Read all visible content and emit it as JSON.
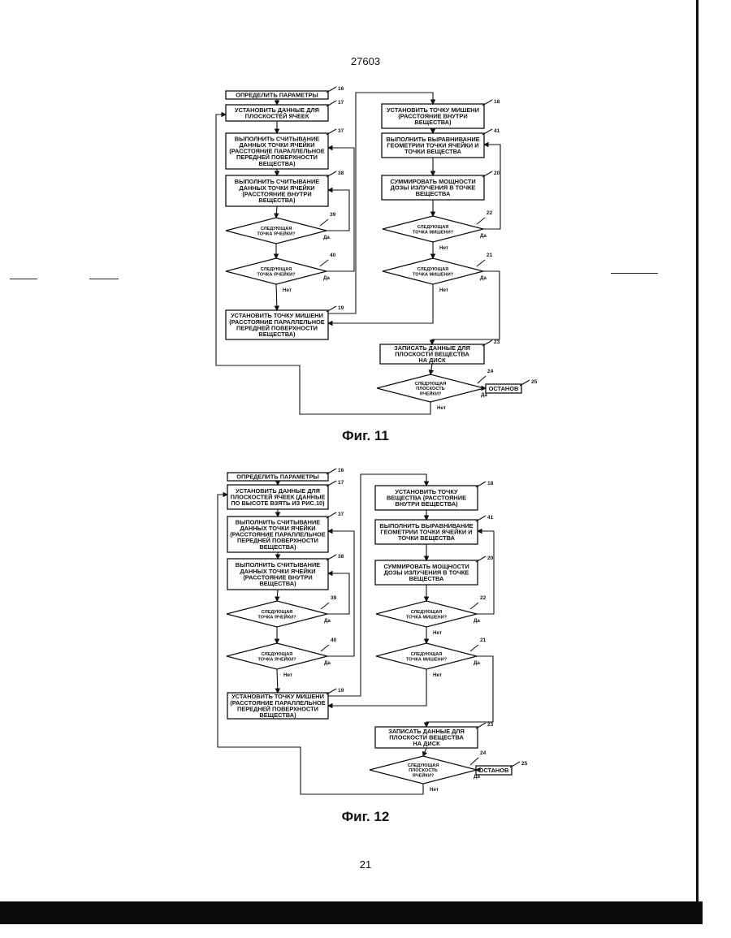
{
  "page": {
    "top_number": "27603",
    "bottom_number": "21"
  },
  "figures": [
    {
      "caption": "Фиг. 11",
      "boxes": {
        "b16": {
          "lines": [
            "ОПРЕДЕЛИТЬ ПАРАМЕТРЫ"
          ],
          "num": "16"
        },
        "b17": {
          "lines": [
            "УСТАНОВИТЬ ДАННЫЕ ДЛЯ",
            "ПЛОСКОСТЕЙ ЯЧЕЕК"
          ],
          "num": "17"
        },
        "b37": {
          "lines": [
            "ВЫПОЛНИТЬ СЧИТЫВАНИЕ",
            "ДАННЫХ ТОЧКИ ЯЧЕЙКИ",
            "(РАССТОЯНИЕ ПАРАЛЛЕЛЬНОЕ",
            "ПЕРЕДНЕЙ ПОВЕРХНОСТИ",
            "ВЕЩЕСТВА)"
          ],
          "num": "37"
        },
        "b38": {
          "lines": [
            "ВЫПОЛНИТЬ СЧИТЫВАНИЕ",
            "ДАННЫХ ТОЧКИ ЯЧЕЙКИ",
            "(РАССТОЯНИЕ ВНУТРИ",
            "ВЕЩЕСТВА)"
          ],
          "num": "38"
        },
        "b19": {
          "lines": [
            "УСТАНОВИТЬ ТОЧКУ МИШЕНИ",
            "(РАССТОЯНИЕ ПАРАЛЛЕЛЬНОЕ",
            "ПЕРЕДНЕЙ ПОВЕРХНОСТИ",
            "ВЕЩЕСТВА)"
          ],
          "num": "19"
        },
        "b18": {
          "lines": [
            "УСТАНОВИТЬ ТОЧКУ МИШЕНИ",
            "(РАССТОЯНИЕ ВНУТРИ",
            "ВЕЩЕСТВА)"
          ],
          "num": "18"
        },
        "b41": {
          "lines": [
            "ВЫПОЛНИТЬ ВЫРАВНИВАНИЕ",
            "ГЕОМЕТРИИ ТОЧКИ ЯЧЕЙКИ И",
            "ТОЧКИ ВЕЩЕСТВА"
          ],
          "num": "41"
        },
        "b20": {
          "lines": [
            "СУММИРОВАТЬ МОЩНОСТИ",
            "ДОЗЫ ИЗЛУЧЕНИЯ В ТОЧКЕ",
            "ВЕЩЕСТВА"
          ],
          "num": "20"
        },
        "bWrite": {
          "lines": [
            "ЗАПИСАТЬ ДАННЫЕ ДЛЯ",
            "ПЛОСКОСТИ ВЕЩЕСТВА",
            "НА ДИСК"
          ],
          "num": "23"
        },
        "bStop": {
          "lines": [
            "ОСТАНОВ"
          ],
          "num": "25"
        }
      },
      "decisions": {
        "d39": {
          "lines": [
            "СЛЕДУЮЩАЯ",
            "ТОЧКА ЯЧЕЙКИ?"
          ],
          "num": "39",
          "yes": "Да"
        },
        "d40": {
          "lines": [
            "СЛЕДУЮЩАЯ",
            "ТОЧКА ЯЧЕЙКИ?"
          ],
          "num": "40",
          "yes": "Да",
          "no": "Нет"
        },
        "d22": {
          "lines": [
            "СЛЕДУЮЩАЯ",
            "ТОЧКА МИШЕНИ?"
          ],
          "num": "22",
          "yes": "Да",
          "no": "Нет"
        },
        "d21": {
          "lines": [
            "СЛЕДУЮЩАЯ",
            "ТОЧКА МИШЕНИ?"
          ],
          "num": "21",
          "yes": "Да",
          "no": "Нет"
        },
        "d24": {
          "lines": [
            "СЛЕДУЮЩАЯ",
            "ПЛОСКОСТЬ",
            "ЯЧЕЙКИ?"
          ],
          "num": "24",
          "yes": "Да",
          "no": "Нет"
        }
      }
    },
    {
      "caption": "Фиг. 12",
      "boxes": {
        "b16": {
          "lines": [
            "ОПРЕДЕЛИТЬ ПАРАМЕТРЫ"
          ],
          "num": "16"
        },
        "b17": {
          "lines": [
            "УСТАНОВИТЬ ДАННЫЕ ДЛЯ",
            "ПЛОСКОСТЕЙ ЯЧЕЕК (ДАННЫЕ",
            "ПО ВЫСОТЕ ВЗЯТЬ ИЗ РИС.10)"
          ],
          "num": "17"
        },
        "b37": {
          "lines": [
            "ВЫПОЛНИТЬ СЧИТЫВАНИЕ",
            "ДАННЫХ ТОЧКИ ЯЧЕЙКИ",
            "(РАССТОЯНИЕ ПАРАЛЛЕЛЬНОЕ",
            "ПЕРЕДНЕЙ ПОВЕРХНОСТИ",
            "ВЕЩЕСТВА)"
          ],
          "num": "37"
        },
        "b38": {
          "lines": [
            "ВЫПОЛНИТЬ СЧИТЫВАНИЕ",
            "ДАННЫХ ТОЧКИ ЯЧЕЙКИ",
            "(РАССТОЯНИЕ ВНУТРИ",
            "ВЕЩЕСТВА)"
          ],
          "num": "38"
        },
        "b19": {
          "lines": [
            "УСТАНОВИТЬ ТОЧКУ МИШЕНИ",
            "(РАССТОЯНИЕ ПАРАЛЛЕЛЬНОЕ",
            "ПЕРЕДНЕЙ ПОВЕРХНОСТИ",
            "ВЕЩЕСТВА)"
          ],
          "num": "19"
        },
        "b18": {
          "lines": [
            "УСТАНОВИТЬ ТОЧКУ",
            "ВЕЩЕСТВА (РАССТОЯНИЕ",
            "ВНУТРИ ВЕЩЕСТВА)"
          ],
          "num": "18"
        },
        "b41": {
          "lines": [
            "ВЫПОЛНИТЬ ВЫРАВНИВАНИЕ",
            "ГЕОМЕТРИИ ТОЧКИ ЯЧЕЙКИ И",
            "ТОЧКИ ВЕЩЕСТВА"
          ],
          "num": "41"
        },
        "b20": {
          "lines": [
            "СУММИРОВАТЬ МОЩНОСТИ",
            "ДОЗЫ ИЗЛУЧЕНИЯ В ТОЧКЕ",
            "ВЕЩЕСТВА"
          ],
          "num": "20"
        },
        "bWrite": {
          "lines": [
            "ЗАПИСАТЬ ДАННЫЕ ДЛЯ",
            "ПЛОСКОСТИ ВЕЩЕСТВА",
            "НА ДИСК"
          ],
          "num": "23"
        },
        "bStop": {
          "lines": [
            "ОСТАНОВ"
          ],
          "num": "25"
        }
      },
      "decisions": {
        "d39": {
          "lines": [
            "СЛЕДУЮЩАЯ",
            "ТОЧКА ЯЧЕЙКИ?"
          ],
          "num": "39",
          "yes": "Да"
        },
        "d40": {
          "lines": [
            "СЛЕДУЮЩАЯ",
            "ТОЧКА ЯЧЕЙКИ?"
          ],
          "num": "40",
          "yes": "Да",
          "no": "Нет"
        },
        "d22": {
          "lines": [
            "СЛЕДУЮЩАЯ",
            "ТОЧКА МИШЕНИ?"
          ],
          "num": "22",
          "yes": "Да",
          "no": "Нет"
        },
        "d21": {
          "lines": [
            "СЛЕДУЮЩАЯ",
            "ТОЧКА МИШЕНИ?"
          ],
          "num": "21",
          "yes": "Да",
          "no": "Нет"
        },
        "d24": {
          "lines": [
            "СЛЕДУЮЩАЯ",
            "ПЛОСКОСТЬ",
            "ЯЧЕЙКИ?"
          ],
          "num": "24",
          "yes": "Да",
          "no": "Нет"
        }
      }
    }
  ]
}
